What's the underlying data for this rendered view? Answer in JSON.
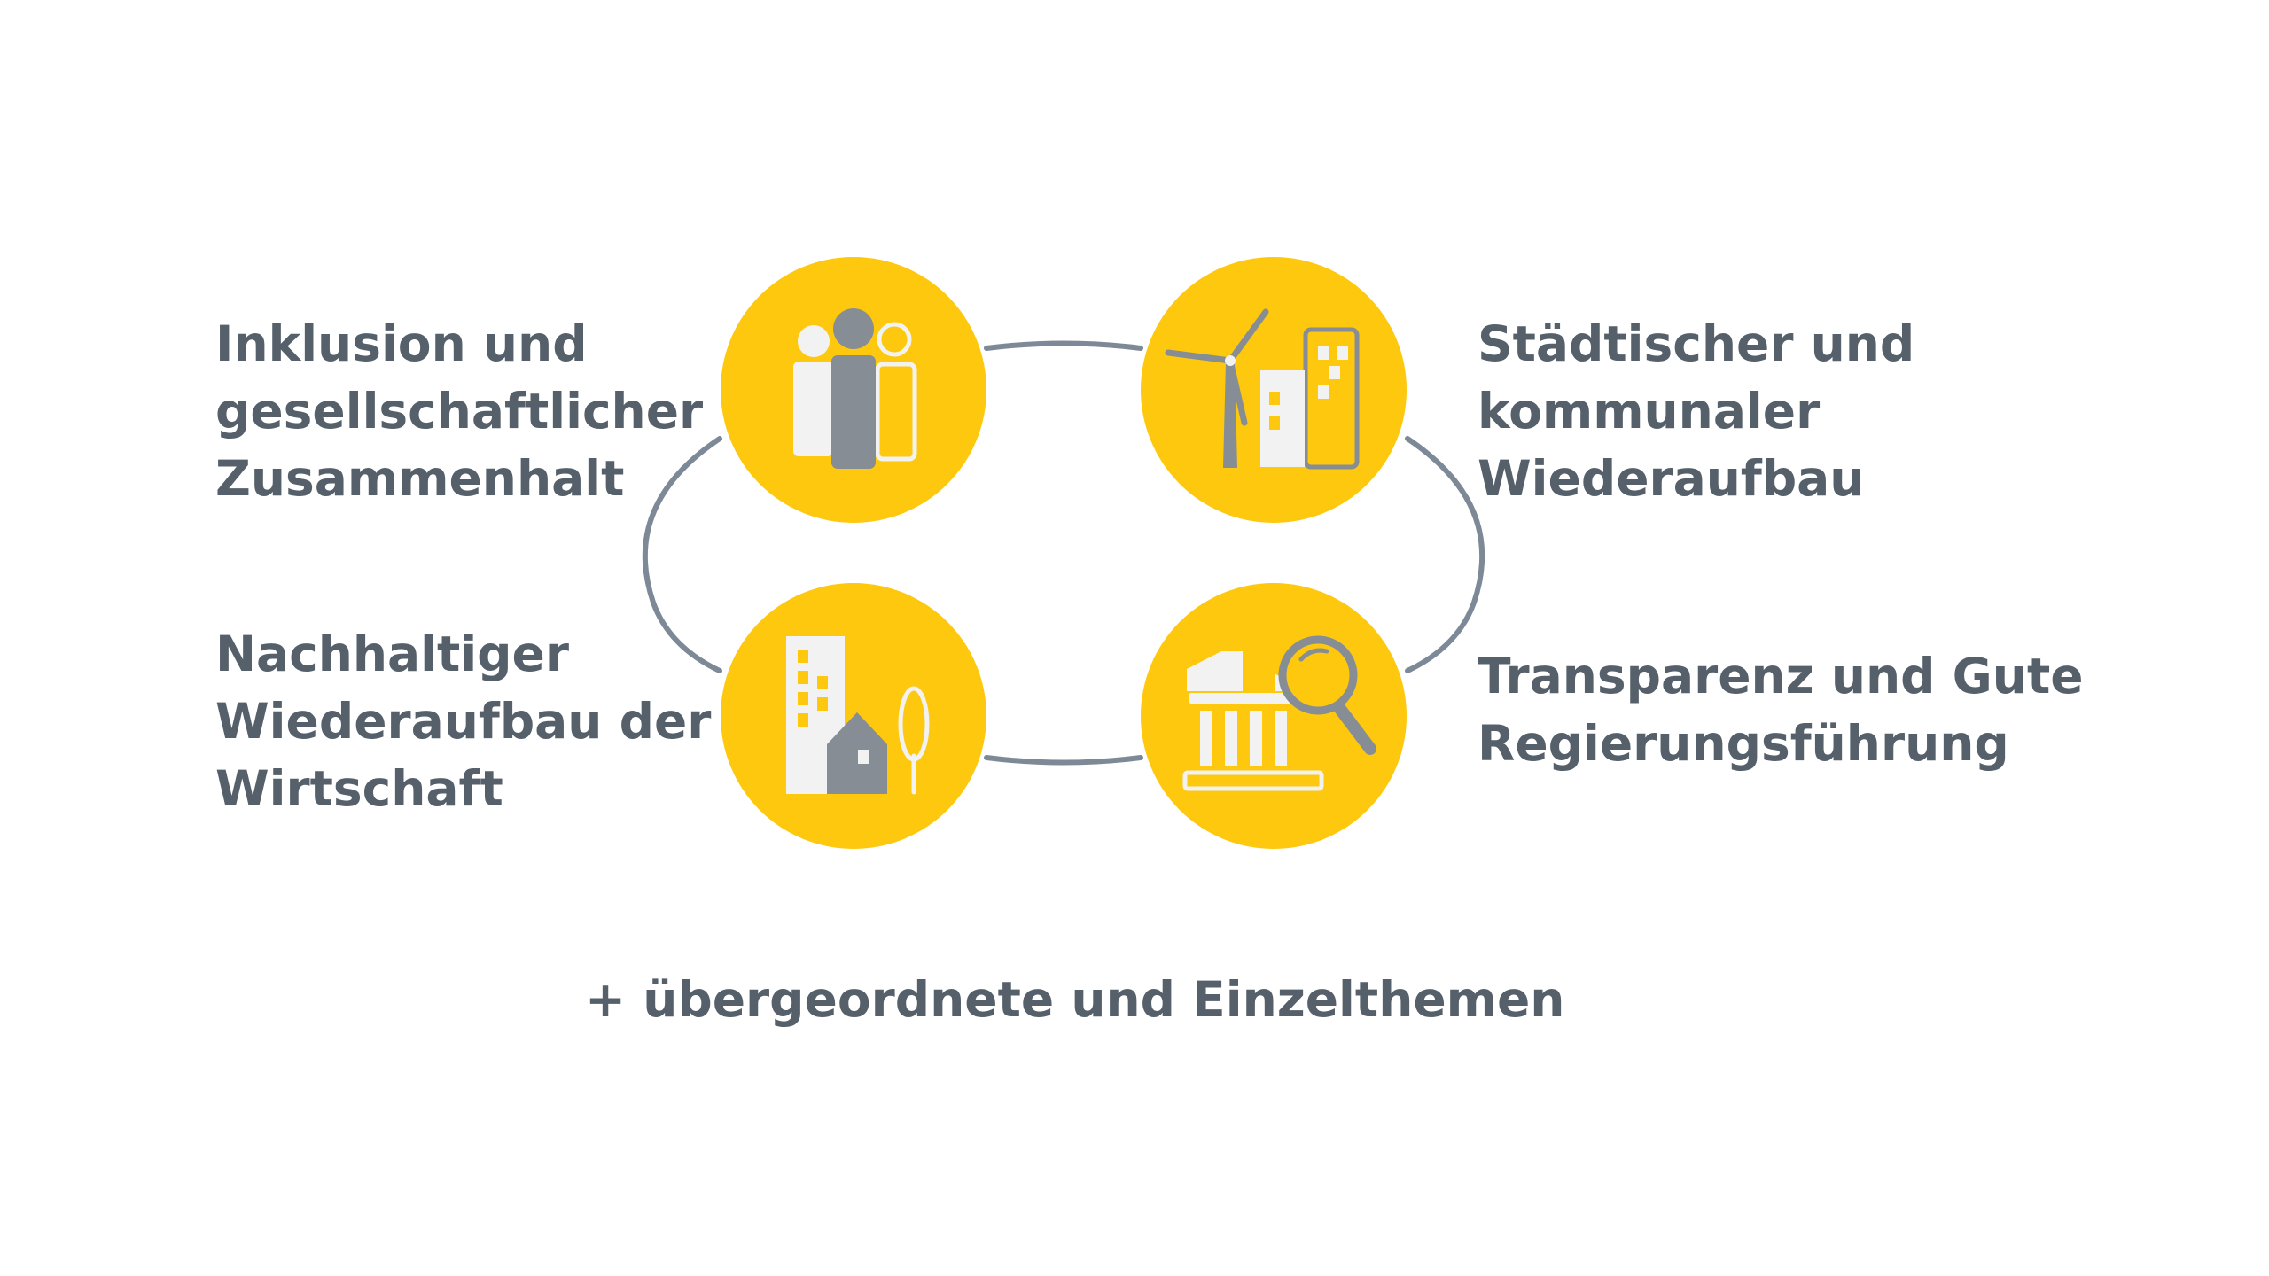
{
  "colors": {
    "accent_yellow": "#fdc80e",
    "text_gray": "#56606a",
    "icon_gray": "#868d95",
    "icon_light": "#f2f2f2",
    "ring_stroke": "#7d8996",
    "background": "#ffffff"
  },
  "topics": [
    {
      "icon": "people-group-icon",
      "lines": [
        "Inklusion und",
        "gesellschaftlicher",
        "Zusammenhalt"
      ]
    },
    {
      "icon": "wind-turbine-buildings-icon",
      "lines": [
        "Städtischer und",
        "kommunaler",
        "Wiederaufbau"
      ]
    },
    {
      "icon": "building-house-tree-icon",
      "lines": [
        "Nachhaltiger",
        "Wiederaufbau der",
        "Wirtschaft"
      ]
    },
    {
      "icon": "institution-magnifier-icon",
      "lines": [
        "Transparenz und Gute",
        "Regierungsführung"
      ]
    }
  ],
  "footer_note": "+ übergeordnete und Einzelthemen"
}
